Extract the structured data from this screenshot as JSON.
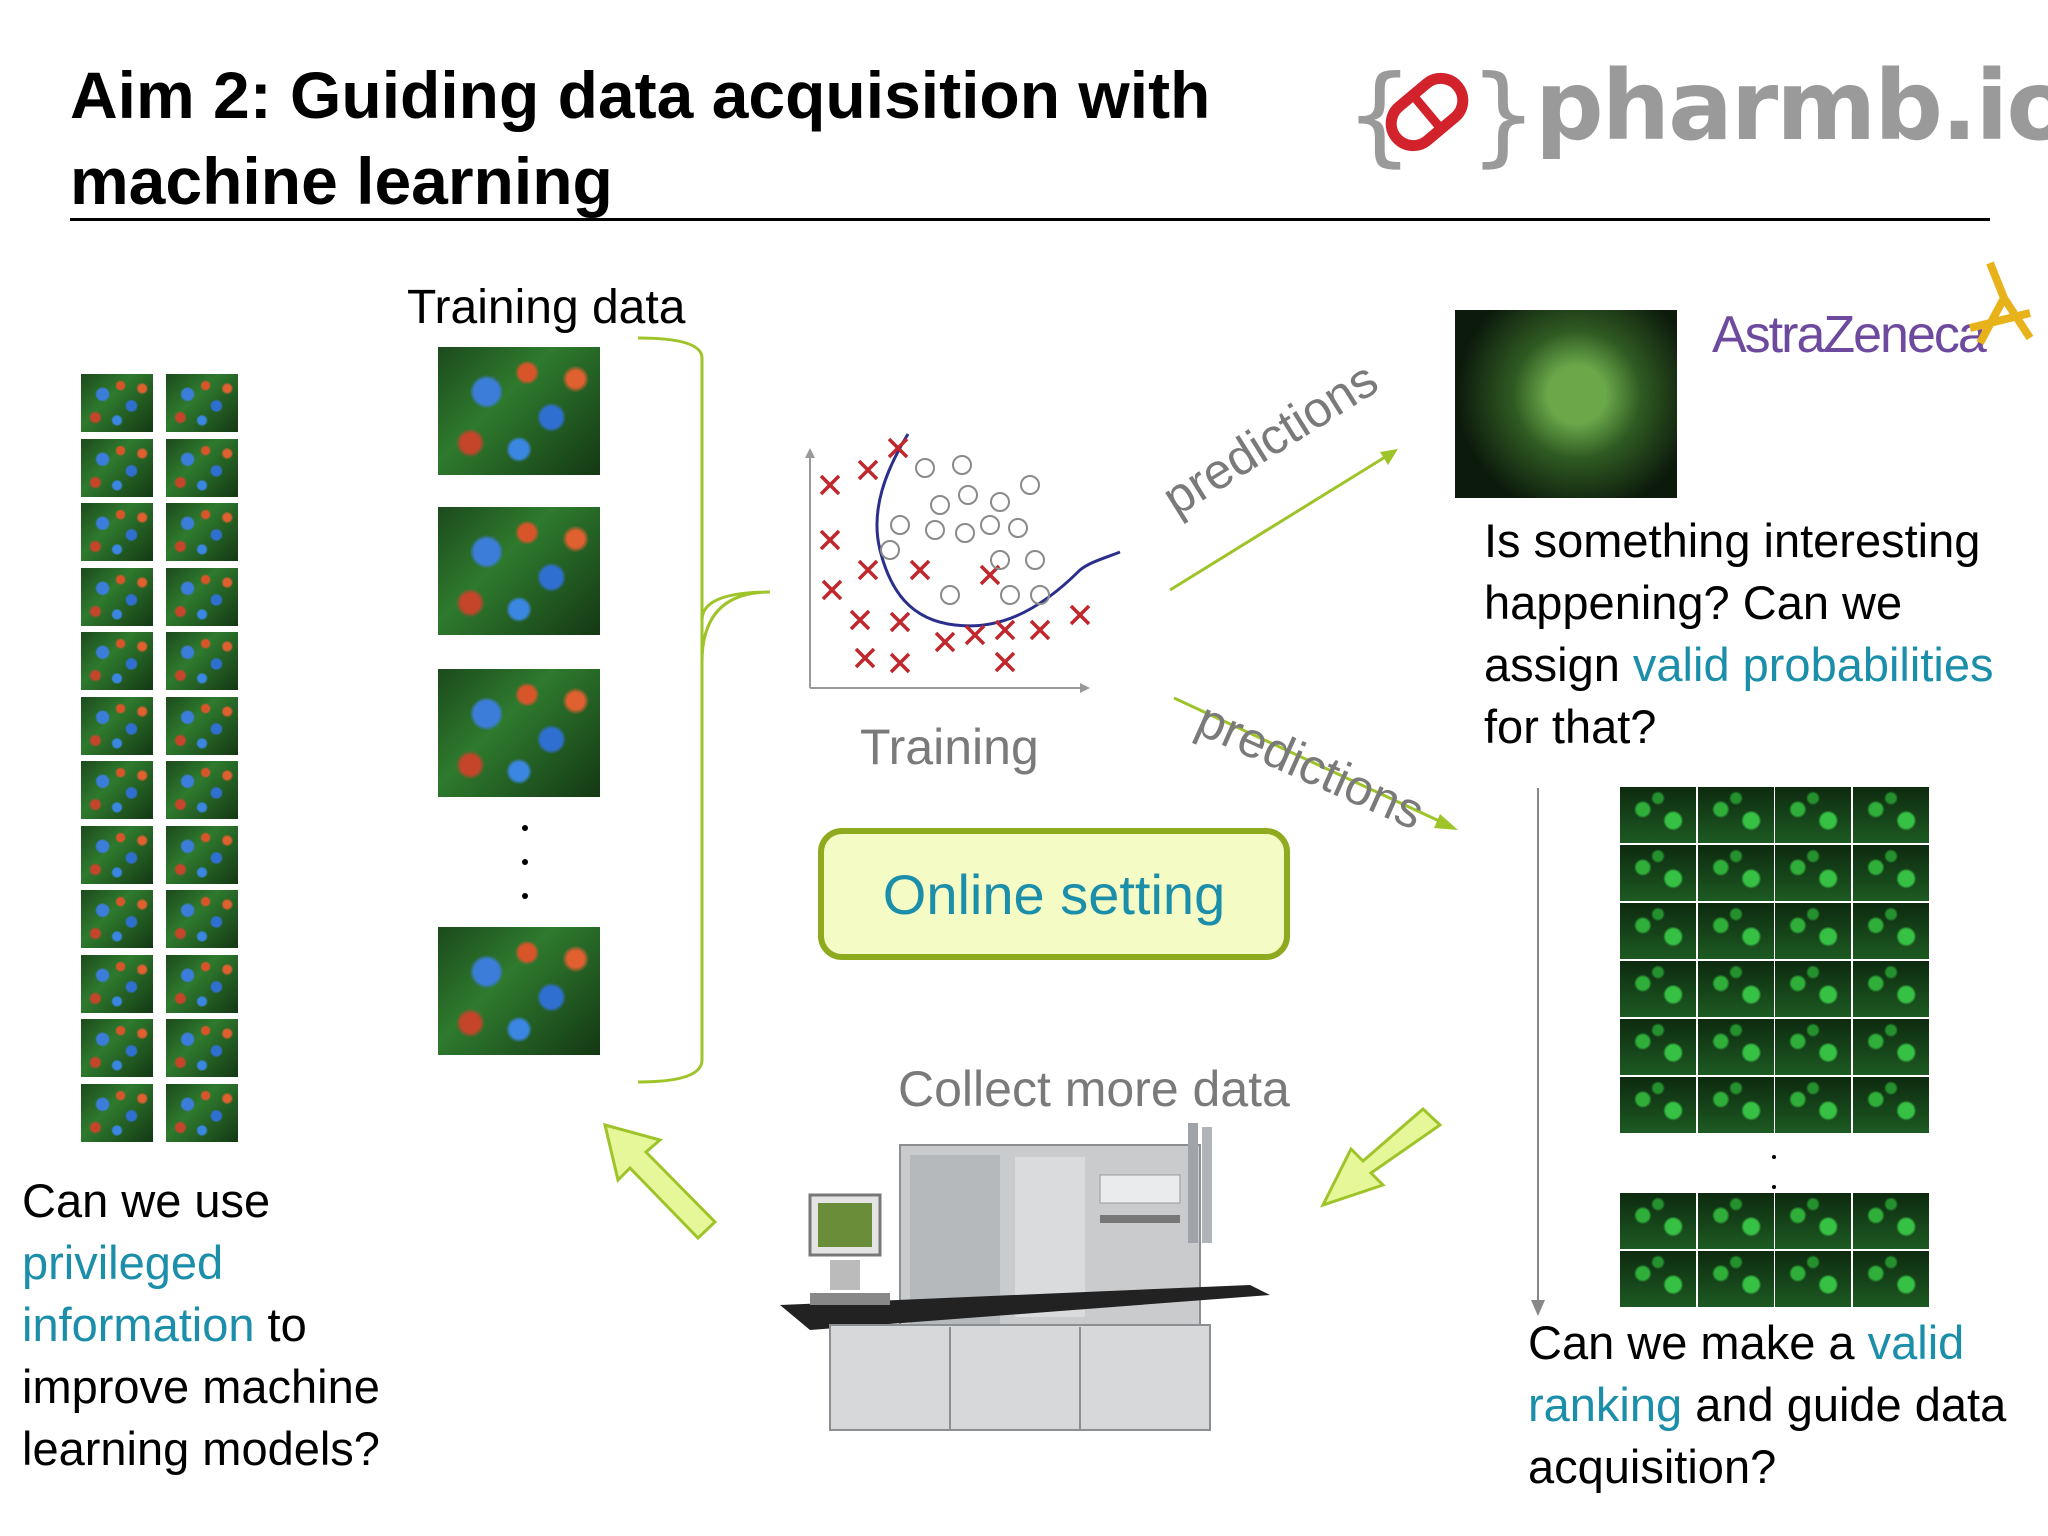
{
  "slide": {
    "title_line1": "Aim 2: Guiding data acquisition with",
    "title_line2": "machine learning",
    "logo_brand_text": "pharmb.io",
    "partner_logo_text": "AstraZeneca"
  },
  "labels": {
    "training_data": "Training data",
    "training": "Training",
    "predictions_up": "predictions",
    "predictions_down": "predictions",
    "online_setting": "Online setting",
    "collect_more_data": "Collect more data"
  },
  "questions": {
    "left": {
      "l1": "Can we use",
      "l2_hl": "privileged",
      "l3_hl": "information",
      "l3_rest": " to",
      "l4": "improve machine",
      "l5": "learning models?"
    },
    "top_right": {
      "l1": "Is something interesting",
      "l2": "happening? Can we",
      "l3_pre": "assign ",
      "l3_hl": "valid probabilities",
      "l4": "for that?"
    },
    "bottom_right": {
      "l1_pre": "Can we make a ",
      "l1_hl": "valid",
      "l2_hl": "ranking",
      "l2_rest": " and guide data",
      "l3": "acquisition?"
    }
  },
  "colors": {
    "highlight": "#1b8eaa",
    "accent_green": "#8eaa1e",
    "cross_red": "#c0282d",
    "boundary_blue": "#2b2f8c",
    "box_fill": "#f5fbc5",
    "arrow_fill": "#e6f79a"
  },
  "icons": {
    "logo": "pill-in-braces-icon",
    "partner_logo": "astrazeneca-ribbon-icon",
    "instrument": "screening-microscope-icon"
  }
}
